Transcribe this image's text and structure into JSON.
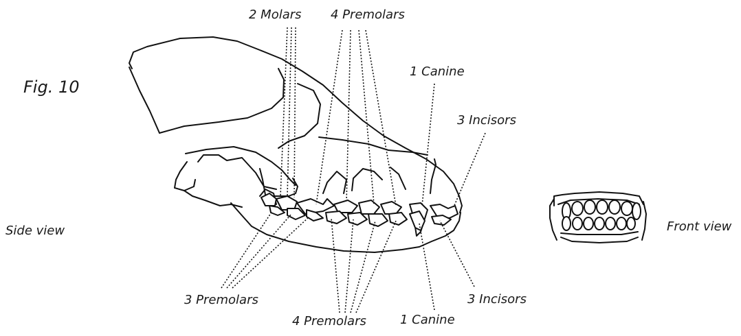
{
  "figure_label": "Fig. 10",
  "views": {
    "side": "Side view",
    "front": "Front view"
  },
  "labels": {
    "upper_molars": "2 Molars",
    "upper_premolars": "4 Premolars",
    "upper_canine": "1 Canine",
    "upper_incisors": "3 Incisors",
    "lower_premolars_rear": "3 Premolars",
    "lower_premolars": "4 Premolars",
    "lower_canine": "1 Canine",
    "lower_incisors": "3 Incisors"
  }
}
